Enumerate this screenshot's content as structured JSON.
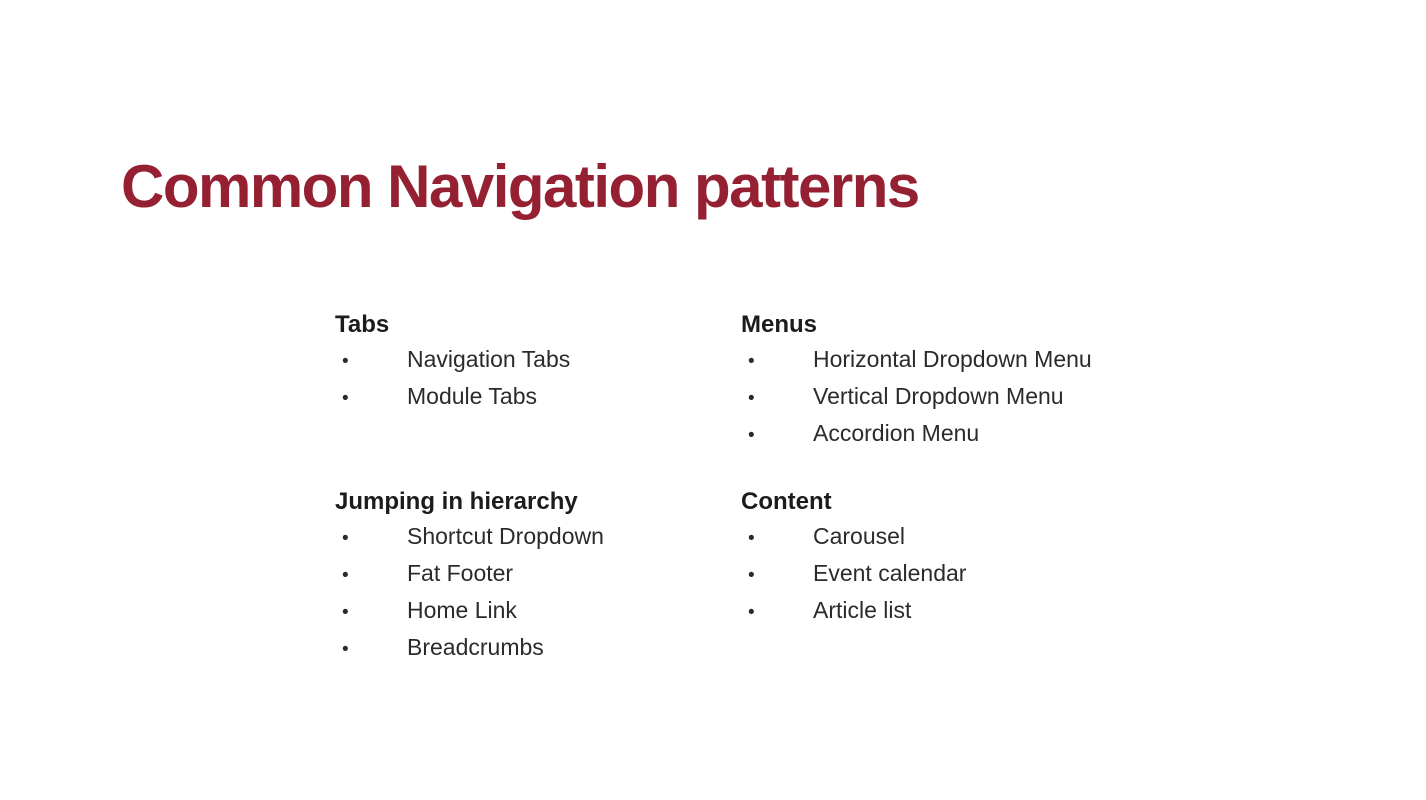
{
  "slide": {
    "title": "Common Navigation patterns",
    "bullet_char": "•",
    "colors": {
      "title": "#942032",
      "body_text": "#2b2b2b",
      "background": "#ffffff"
    },
    "sections": [
      {
        "heading": "Tabs",
        "items": [
          "Navigation Tabs",
          "Module Tabs"
        ]
      },
      {
        "heading": "Menus",
        "items": [
          "Horizontal Dropdown Menu",
          "Vertical Dropdown Menu",
          "Accordion Menu"
        ]
      },
      {
        "heading": "Jumping in hierarchy",
        "items": [
          "Shortcut Dropdown",
          "Fat Footer",
          "Home Link",
          "Breadcrumbs"
        ]
      },
      {
        "heading": "Content",
        "items": [
          "Carousel",
          "Event calendar",
          "Article list"
        ]
      }
    ]
  }
}
